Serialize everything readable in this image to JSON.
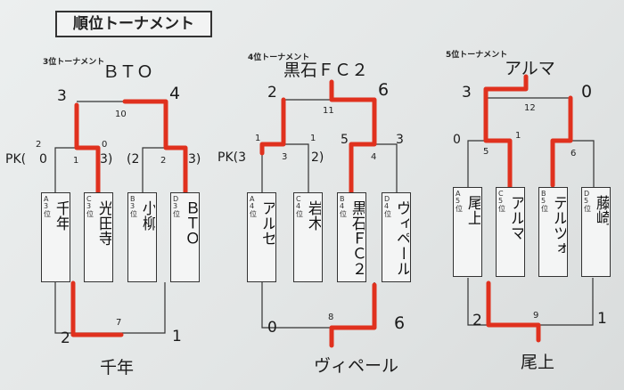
{
  "title": "順位トーナメント",
  "brackets": [
    {
      "label": "3位トーナメント",
      "winner_top": "ＢＴＯ",
      "winner_bottom": "千年",
      "final_left_score": "3",
      "final_right_score": "4",
      "final_match": "10",
      "semi_left_match": "1",
      "semi_right_match": "2",
      "bottom_match": "7",
      "bottom_left_score": "2",
      "bottom_right_score": "1",
      "pk_label": "PK(",
      "semi_scores": [
        "2",
        "0",
        "0",
        "3)",
        "(2",
        "3)"
      ],
      "teams": [
        {
          "seed": "A 3 位",
          "name": "千年"
        },
        {
          "seed": "C 3 位",
          "name": "光田寺"
        },
        {
          "seed": "B 3 位",
          "name": "小柳"
        },
        {
          "seed": "D 3 位",
          "name": "ＢＴＯ"
        }
      ]
    },
    {
      "label": "4位トーナメント",
      "winner_top": "黒石ＦＣ２",
      "winner_bottom": "ヴィペール",
      "final_left_score": "2",
      "final_right_score": "6",
      "final_match": "11",
      "semi_left_match": "3",
      "semi_right_match": "4",
      "bottom_match": "8",
      "bottom_left_score": "0",
      "bottom_right_score": "6",
      "pk_label": "PK(3",
      "semi_scores": [
        "1",
        "1",
        "2)",
        "5",
        "3"
      ],
      "teams": [
        {
          "seed": "A 4 位",
          "name": "アルセ"
        },
        {
          "seed": "C 4 位",
          "name": "岩木"
        },
        {
          "seed": "B 4 位",
          "name": "黒石ＦＣ２"
        },
        {
          "seed": "D 4 位",
          "name": "ヴィペール"
        }
      ]
    },
    {
      "label": "5位トーナメント",
      "winner_top": "アルマ",
      "winner_bottom": "尾上",
      "final_left_score": "3",
      "final_right_score": "0",
      "final_match": "12",
      "semi_left_match": "5",
      "semi_right_match": "6",
      "bottom_match": "9",
      "bottom_left_score": "2",
      "bottom_right_score": "1",
      "semi_scores": [
        "0",
        "1"
      ],
      "teams": [
        {
          "seed": "A 5 位",
          "name": "尾上"
        },
        {
          "seed": "C 5 位",
          "name": "アルマ"
        },
        {
          "seed": "B 5 位",
          "name": "テルツォ"
        },
        {
          "seed": "D 5 位",
          "name": "藤崎"
        }
      ]
    }
  ],
  "colors": {
    "highlight": "#e0311e",
    "line": "#333333",
    "paper": "#e6e9e9"
  }
}
